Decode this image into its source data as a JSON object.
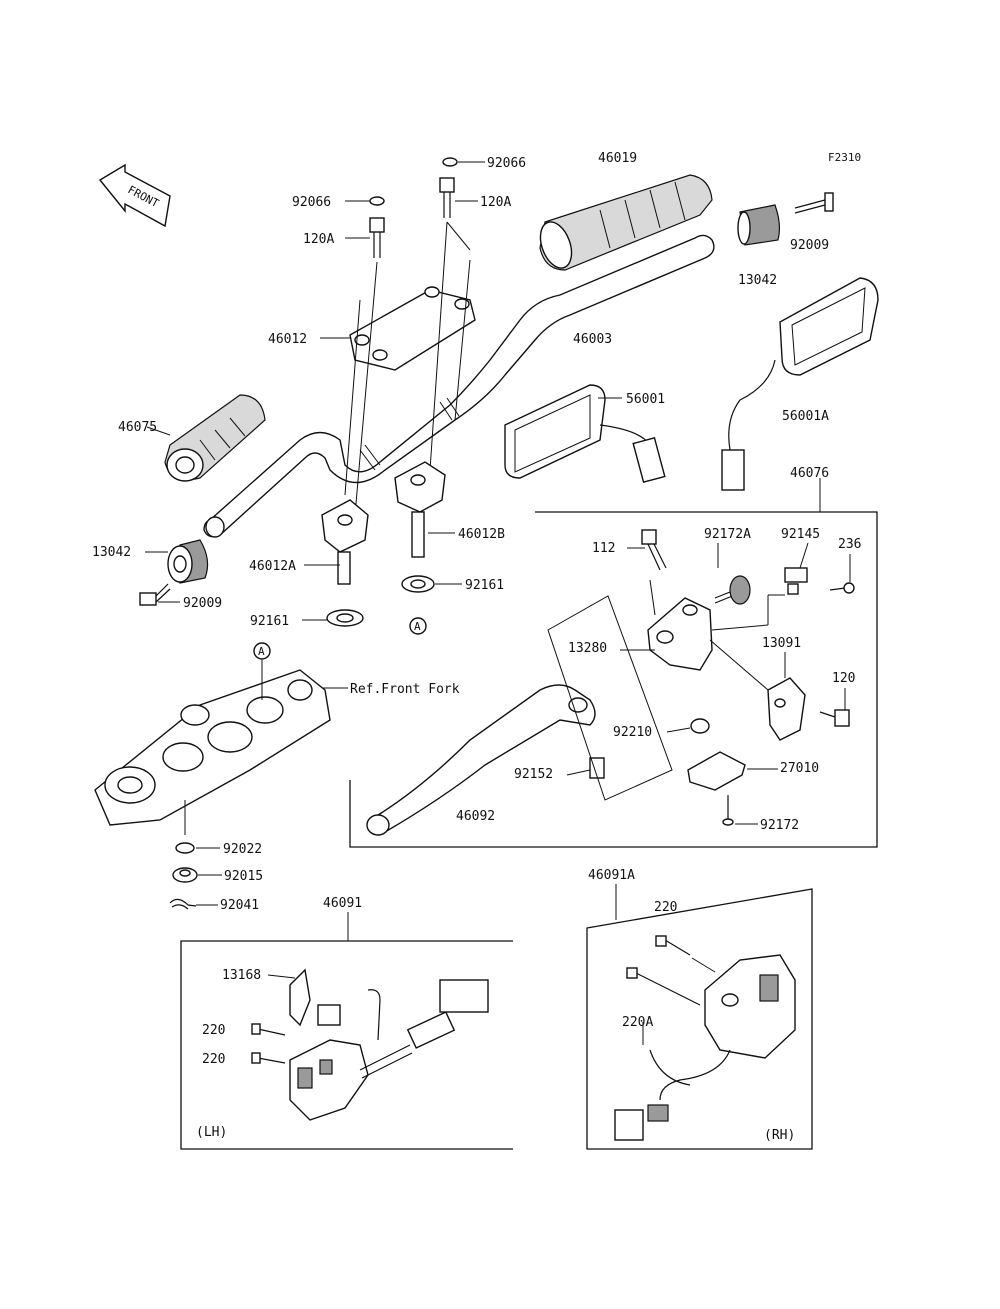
{
  "figure_code": "F2310",
  "front_label": "FRONT",
  "ref_label": "Ref.Front Fork",
  "circle_marker": "A",
  "side_labels": {
    "left": "(LH)",
    "right": "(RH)"
  },
  "callouts": [
    {
      "key": "p92066_top",
      "text": "92066"
    },
    {
      "key": "p46019",
      "text": "46019"
    },
    {
      "key": "p92066_left",
      "text": "92066"
    },
    {
      "key": "p120A_top",
      "text": "120A"
    },
    {
      "key": "p120A_left",
      "text": "120A"
    },
    {
      "key": "p92009_right",
      "text": "92009"
    },
    {
      "key": "p13042_right",
      "text": "13042"
    },
    {
      "key": "p46012",
      "text": "46012"
    },
    {
      "key": "p46003",
      "text": "46003"
    },
    {
      "key": "p56001",
      "text": "56001"
    },
    {
      "key": "p56001A",
      "text": "56001A"
    },
    {
      "key": "p46075",
      "text": "46075"
    },
    {
      "key": "p46076",
      "text": "46076"
    },
    {
      "key": "p46012B",
      "text": "46012B"
    },
    {
      "key": "p13042_left",
      "text": "13042"
    },
    {
      "key": "p112",
      "text": "112"
    },
    {
      "key": "p92172A",
      "text": "92172A"
    },
    {
      "key": "p92145",
      "text": "92145"
    },
    {
      "key": "p236",
      "text": "236"
    },
    {
      "key": "p46012A",
      "text": "46012A"
    },
    {
      "key": "p92161_mid",
      "text": "92161"
    },
    {
      "key": "p92009_left",
      "text": "92009"
    },
    {
      "key": "p92161_left",
      "text": "92161"
    },
    {
      "key": "p13280",
      "text": "13280"
    },
    {
      "key": "p13091",
      "text": "13091"
    },
    {
      "key": "p120",
      "text": "120"
    },
    {
      "key": "p92210",
      "text": "92210"
    },
    {
      "key": "p27010",
      "text": "27010"
    },
    {
      "key": "p92152",
      "text": "92152"
    },
    {
      "key": "p46092",
      "text": "46092"
    },
    {
      "key": "p92172",
      "text": "92172"
    },
    {
      "key": "p92022",
      "text": "92022"
    },
    {
      "key": "p92015",
      "text": "92015"
    },
    {
      "key": "p92041",
      "text": "92041"
    },
    {
      "key": "p46091A",
      "text": "46091A"
    },
    {
      "key": "p46091",
      "text": "46091"
    },
    {
      "key": "p220_rh",
      "text": "220"
    },
    {
      "key": "p13168",
      "text": "13168"
    },
    {
      "key": "p220A",
      "text": "220A"
    },
    {
      "key": "p220_lh1",
      "text": "220"
    },
    {
      "key": "p220_lh2",
      "text": "220"
    }
  ]
}
